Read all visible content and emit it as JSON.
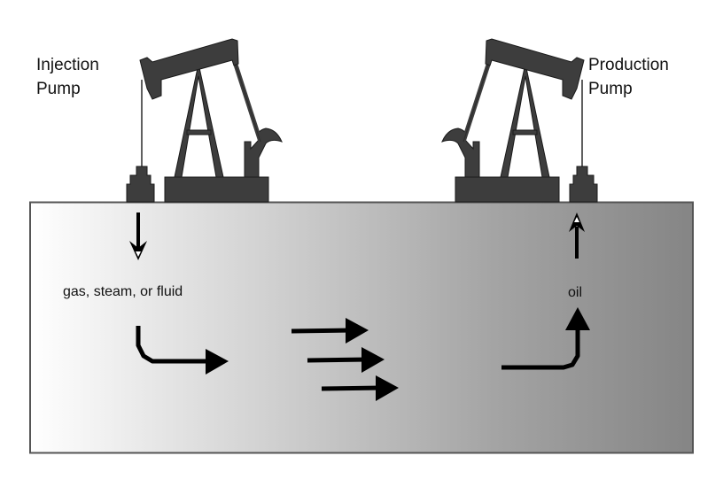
{
  "diagram": {
    "type": "enhanced-oil-recovery-schematic",
    "labels": {
      "injection_pump_line1": "Injection",
      "injection_pump_line2": "Pump",
      "production_pump_line1": "Production",
      "production_pump_line2": "Pump",
      "injected_medium": "gas, steam, or fluid",
      "produced_medium": "oil"
    },
    "colors": {
      "pump_fill": "#3d3d3d",
      "pump_stroke": "#1a1a1a",
      "ground_gradient_start": "#ffffff",
      "ground_gradient_end": "#858585",
      "ground_border": "#555555",
      "arrow": "#000000",
      "text": "#111111"
    },
    "flow": [
      {
        "from": "injection_pump",
        "to": "reservoir",
        "direction": "down",
        "label": "gas, steam, or fluid"
      },
      {
        "from": "reservoir",
        "to": "production_pump",
        "direction": "right-then-up",
        "label": "oil"
      }
    ]
  }
}
